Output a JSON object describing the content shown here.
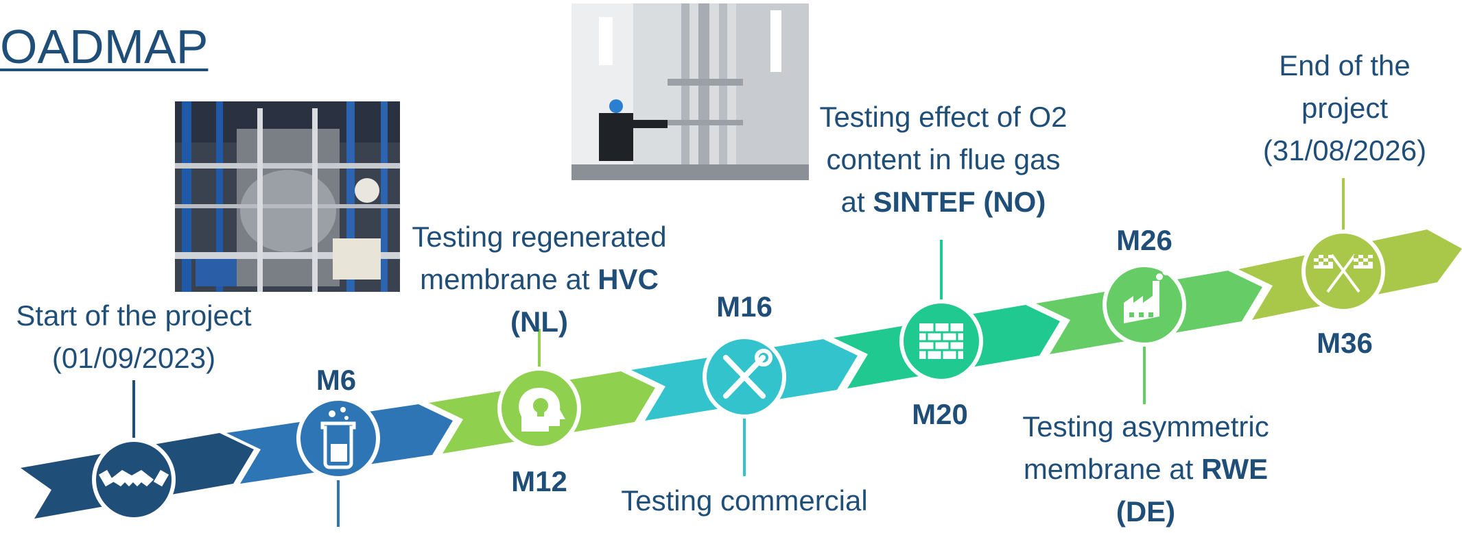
{
  "title": "OADMAP",
  "start": {
    "line1": "Start of the project",
    "line2": "(01/09/2023)"
  },
  "end": {
    "line1": "End of the",
    "line2": "project",
    "line3": "(31/08/2026)"
  },
  "milestones": [
    {
      "label": "M6"
    },
    {
      "label": "M12",
      "line1": "Testing regenerated",
      "line2_pre": "membrane at ",
      "line2_bold": "HVC",
      "line3_bold": "(NL)"
    },
    {
      "label": "M16",
      "line1": "Testing commercial"
    },
    {
      "label": "M20",
      "line1": "Testing effect of O2",
      "line2": "content in flue gas",
      "line3_pre": "at ",
      "line3_bold": "SINTEF (NO)"
    },
    {
      "label": "M26",
      "line1": "Testing asymmetric",
      "line2_pre": "membrane at ",
      "line2_bold": "RWE",
      "line3_bold": "(DE)"
    },
    {
      "label": "M36"
    }
  ],
  "icons": [
    "handshake-icon",
    "beaker-icon",
    "lightbulb-head-icon",
    "tools-icon",
    "brick-wall-icon",
    "factory-icon",
    "checkered-flags-icon"
  ],
  "colors": {
    "dark_blue": "#1f4e79",
    "blue": "#2e75b6",
    "light_green": "#8fd14f",
    "cyan": "#33c3cc",
    "teal": "#1fc98f",
    "green": "#66cc66",
    "lime": "#a9c84a"
  }
}
